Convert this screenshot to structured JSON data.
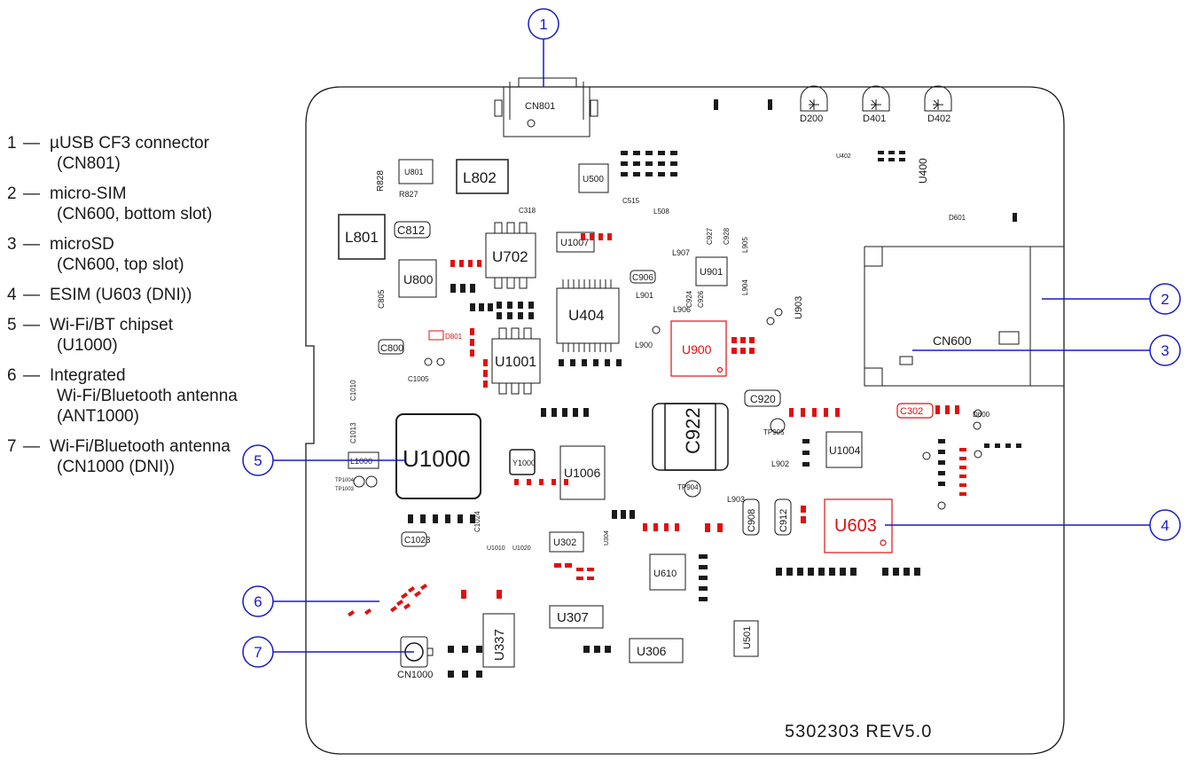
{
  "board_label": "5302303 REV5.0",
  "legend": [
    {
      "num": "1",
      "dash": "—",
      "line1": "µUSB CF3 connector",
      "line2": "(CN801)"
    },
    {
      "num": "2",
      "dash": "—",
      "line1": "micro-SIM",
      "line2": "(CN600, bottom slot)"
    },
    {
      "num": "3",
      "dash": "—",
      "line1": "microSD",
      "line2": "(CN600, top slot)"
    },
    {
      "num": "4",
      "dash": "—",
      "line1": "ESIM (U603 (DNI))",
      "line2": ""
    },
    {
      "num": "5",
      "dash": "—",
      "line1": "Wi-Fi/BT chipset",
      "line2": "(U1000)"
    },
    {
      "num": "6",
      "dash": "—",
      "line1": "Integrated",
      "line2": "Wi-Fi/Bluetooth antenna",
      "line3": "(ANT1000)"
    },
    {
      "num": "7",
      "dash": "—",
      "line1": "Wi-Fi/Bluetooth antenna",
      "line2": "(CN1000 (DNI))"
    }
  ],
  "callouts": [
    "1",
    "2",
    "3",
    "4",
    "5",
    "6",
    "7"
  ],
  "components": {
    "cn801": "CN801",
    "d200": "D200",
    "d401": "D401",
    "d402": "D402",
    "u801": "U801",
    "r828": "R828",
    "r827": "R827",
    "l802": "L802",
    "u500": "U500",
    "l801": "L801",
    "c812": "C812",
    "u702": "U702",
    "u1007": "U1007",
    "u800": "U800",
    "c805": "C805",
    "u404": "U404",
    "u901": "U901",
    "c906": "C906",
    "l905": "L905",
    "l904": "L904",
    "u903": "U903",
    "l906": "L906",
    "l907": "L907",
    "l901": "L901",
    "l900": "L900",
    "c924": "C924",
    "c926": "C926",
    "c927": "C927",
    "c928": "C928",
    "cn600": "CN600",
    "c800": "C800",
    "d801": "D801",
    "u1001": "U1001",
    "u900": "U900",
    "c920": "C920",
    "c922": "C922",
    "tp905": "TP905",
    "u1004": "U1004",
    "c302": "C302",
    "d600": "D600",
    "d601": "D601",
    "u1000": "U1000",
    "y1000": "Y1000",
    "u1006": "U1006",
    "l1000": "L1000",
    "tp904": "TP904",
    "l902": "L902",
    "l903": "L903",
    "c908": "C908",
    "c912": "C912",
    "u603": "U603",
    "u302": "U302",
    "u1010": "U1010",
    "u1020": "U1020",
    "c1023": "C1023",
    "c1024": "C1024",
    "c1005": "C1005",
    "c1010": "C1010",
    "c1013": "C1013",
    "u610": "U610",
    "u307": "U307",
    "u337": "U337",
    "u306": "U306",
    "u501": "U501",
    "cn1000": "CN1000",
    "c318": "C318",
    "c515": "C515",
    "l508": "L508",
    "u400": "U400",
    "u402": "U402",
    "tp1004": "TP1004",
    "tp1003": "TP1003",
    "u304": "U304"
  },
  "colors": {
    "accent": "#1a1ac8",
    "highlight": "#e01010",
    "line": "#1a1a1a"
  }
}
